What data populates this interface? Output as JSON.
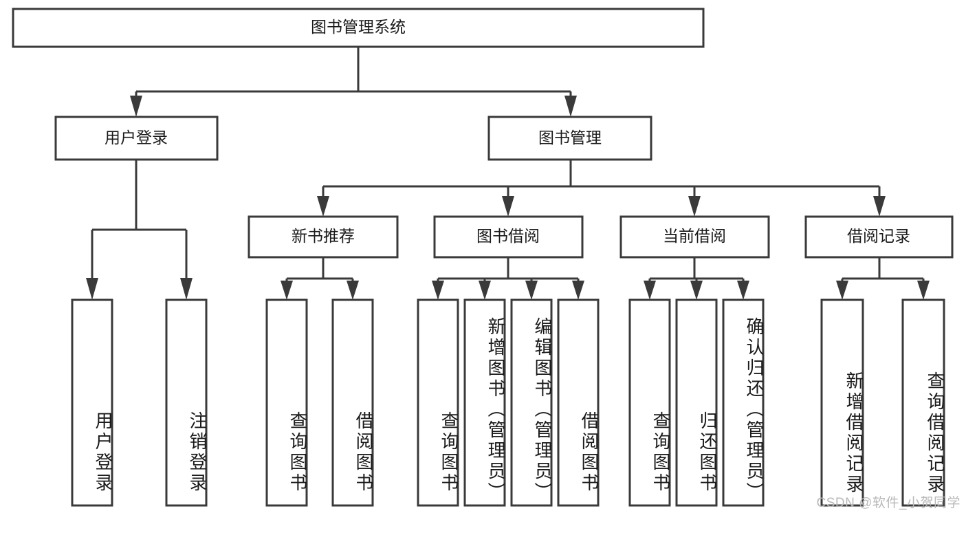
{
  "diagram": {
    "title": "图书管理系统",
    "type": "tree-hierarchy-chart",
    "watermark": "CSDN @软件_小贺同学",
    "colors": {
      "stroke": "#3a3a3a",
      "fill": "#ffffff",
      "text": "#1a1a1a",
      "watermark": "#b9b9b9"
    },
    "root": {
      "label": "图书管理系统"
    },
    "level1": [
      {
        "label": "用户登录"
      },
      {
        "label": "图书管理"
      }
    ],
    "level2": [
      {
        "label": "新书推荐"
      },
      {
        "label": "图书借阅"
      },
      {
        "label": "当前借阅"
      },
      {
        "label": "借阅记录"
      }
    ],
    "leaves": {
      "user_login": [
        {
          "label": "用户登录"
        },
        {
          "label": "注销登录"
        }
      ],
      "new_book_recommend": [
        {
          "label": "查询图书"
        },
        {
          "label": "借阅图书"
        }
      ],
      "book_borrow": [
        {
          "label": "查询图书"
        },
        {
          "label": "新增图书（管理员）"
        },
        {
          "label": "编辑图书（管理员）"
        },
        {
          "label": "借阅图书"
        }
      ],
      "current_borrow": [
        {
          "label": "查询图书"
        },
        {
          "label": "归还图书"
        },
        {
          "label": "确认归还（管理员）"
        }
      ],
      "borrow_record": [
        {
          "label": "新增借阅记录"
        },
        {
          "label": "查询借阅记录"
        }
      ]
    }
  }
}
